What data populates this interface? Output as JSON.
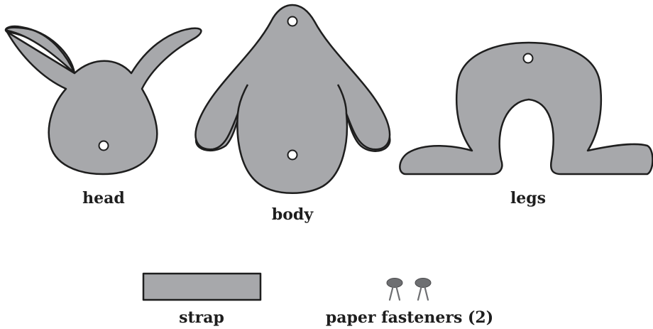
{
  "pieces": {
    "head_label": "head",
    "body_label": "body",
    "legs_label": "legs",
    "strap_label": "strap",
    "fasteners_label": "paper fasteners (2)"
  },
  "colors": {
    "piece_fill": "#a7a8ab",
    "outline": "#1e1e1e",
    "fastener": "#6e6f72"
  }
}
